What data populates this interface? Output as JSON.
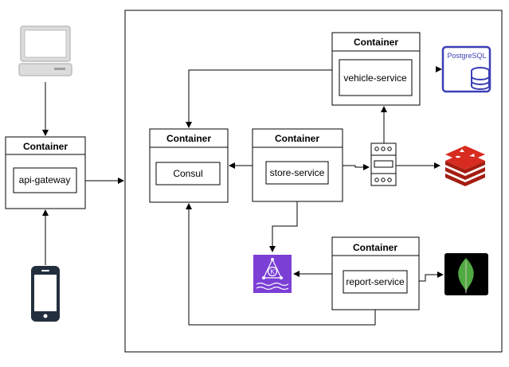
{
  "containers": {
    "api_gateway": {
      "title": "Container",
      "service": "api-gateway"
    },
    "consul": {
      "title": "Container",
      "service": "Consul"
    },
    "store_service": {
      "title": "Container",
      "service": "store-service"
    },
    "vehicle_service": {
      "title": "Container",
      "service": "vehicle-service"
    },
    "report_service": {
      "title": "Container",
      "service": "report-service"
    }
  },
  "icons": {
    "postgres": {
      "name": "postgresql-icon",
      "label": "PostgreSQL",
      "color": "#3b3fb6"
    },
    "redis": {
      "name": "redis-icon",
      "color": "#c6302b"
    },
    "mongodb": {
      "name": "mongodb-icon",
      "color": "#4faa41"
    },
    "kafka": {
      "name": "kafka-icon",
      "color": "#7b3fd6"
    },
    "desktop": {
      "name": "desktop-computer-icon",
      "color": "#d8d8d8"
    },
    "mobile": {
      "name": "mobile-phone-icon",
      "color": "#232f3e"
    },
    "load_balancer": {
      "name": "load-balancer-icon"
    }
  }
}
